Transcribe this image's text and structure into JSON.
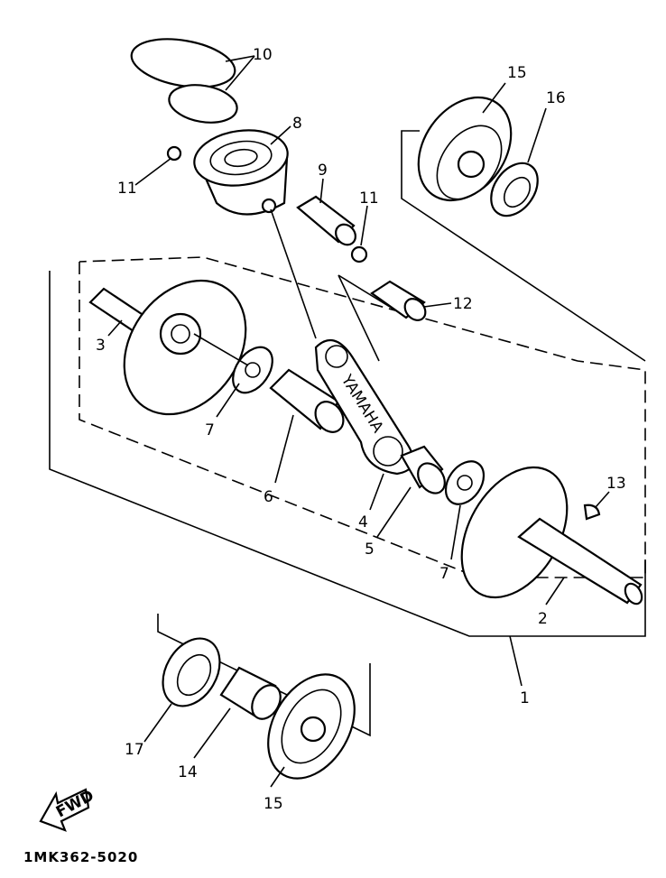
{
  "diagram": {
    "part_labels": {
      "rings": "10",
      "piston": "8",
      "bearing_right_top": "15",
      "oil_seal_right": "16",
      "clip_left": "11",
      "piston_pin": "9",
      "clip_right": "11",
      "small_end_bearing": "12",
      "crank_left": "3",
      "washer_left": "7",
      "crank_pin": "6",
      "conrod": "4",
      "big_end_bearing": "5",
      "washer_right": "7",
      "key": "13",
      "crank_right": "2",
      "crankshaft_assy": "1",
      "oil_seal_left": "17",
      "collar": "14",
      "bearing_left_bottom": "15"
    },
    "conrod_marking": "YAMAHA",
    "fwd_label": "FWD",
    "drawing_code": "1MK362-5020"
  }
}
